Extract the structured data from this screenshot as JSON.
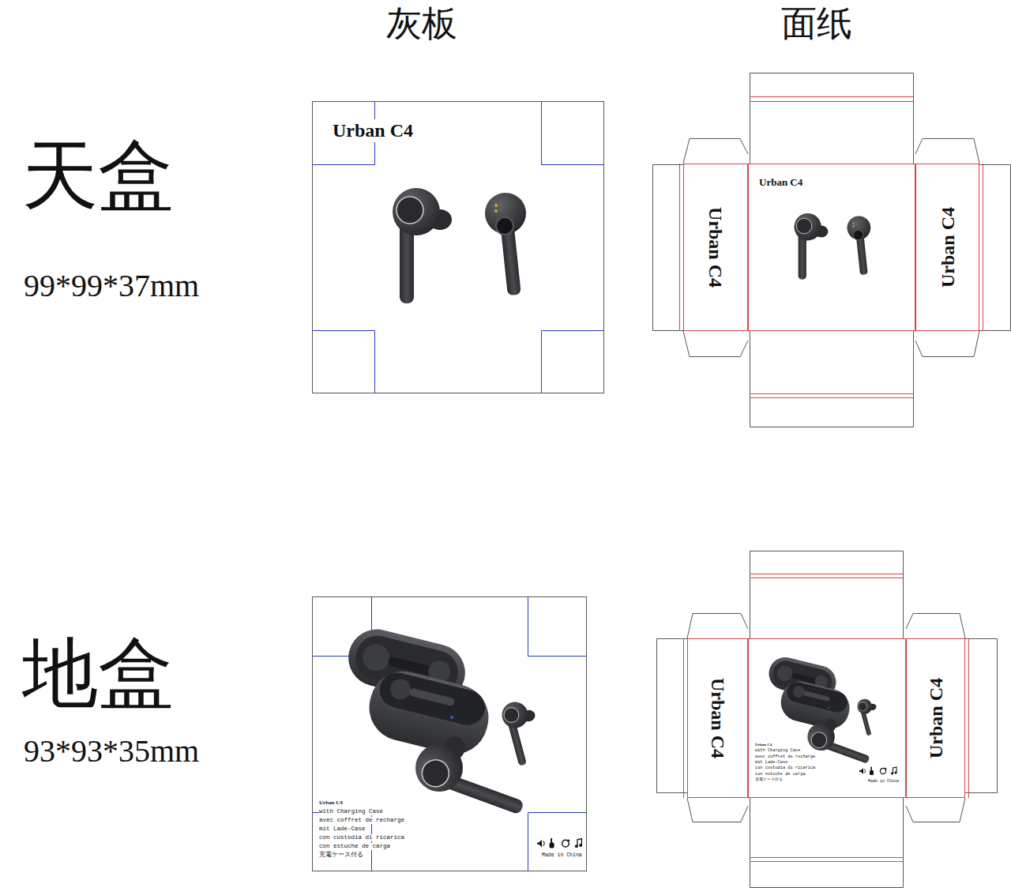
{
  "diagram": {
    "nodes": [
      {
        "text": [
          "Urban C4"
        ]
      },
      {
        "text": [
          "Urban C4"
        ]
      },
      {
        "text": [
          "Urban C4"
        ]
      },
      {
        "text": [
          "Urban C4"
        ]
      },
      {
        "text": [
          "Urban C4",
          "with Charging Case",
          "avec coffret de recharge",
          "mit Lade-Case",
          "con custodia di ricarica",
          "con estuche de carga",
          "充電ケース付る",
          "Made in China"
        ]
      },
      {
        "text": [
          "Urban C4",
          "with Charging Case",
          "avec coffret de recharge",
          "mit Lade-Case",
          "con custodia di ricarica",
          "con estuche de carga",
          "充電ケース付る",
          "Made in China"
        ]
      },
      {
        "text": [
          "Urban C4"
        ]
      },
      {
        "text": [
          "Urban C4"
        ]
      }
    ],
    "labels": [
      "灰板",
      "面纸",
      "天盒",
      "99*99*37mm",
      "地盒",
      "93*93*35mm"
    ]
  }
}
